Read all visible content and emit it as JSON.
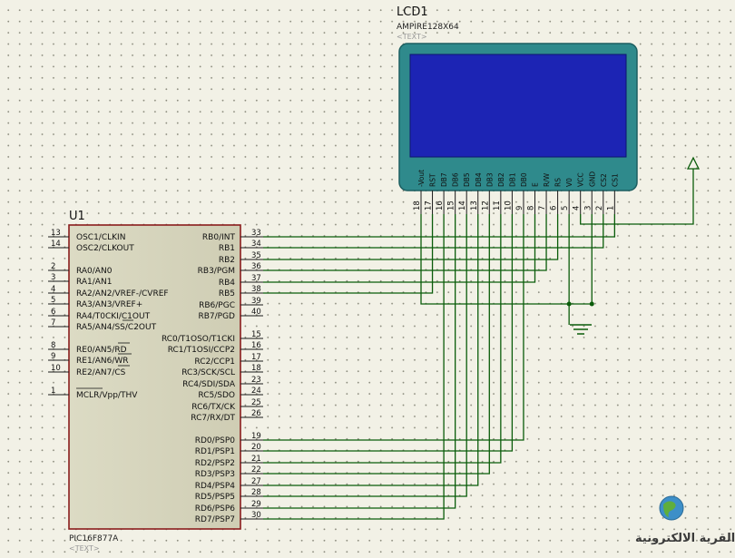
{
  "mcu": {
    "ref": "U1",
    "part": "PIC16F877A",
    "text_tag": "<TEXT>",
    "left_pins": [
      {
        "num": "13",
        "label": "OSC1/CLKIN"
      },
      {
        "num": "14",
        "label": "OSC2/CLKOUT"
      },
      {
        "num": "2",
        "label": "RA0/AN0"
      },
      {
        "num": "3",
        "label": "RA1/AN1"
      },
      {
        "num": "4",
        "label": "RA2/AN2/VREF-/CVREF"
      },
      {
        "num": "5",
        "label": "RA3/AN3/VREF+"
      },
      {
        "num": "6",
        "label": "RA4/T0CKI/C1OUT"
      },
      {
        "num": "7",
        "label": "RA5/AN4/SS/C2OUT"
      },
      {
        "num": "8",
        "label": "RE0/AN5/RD"
      },
      {
        "num": "9",
        "label": "RE1/AN6/WR"
      },
      {
        "num": "10",
        "label": "RE2/AN7/CS"
      },
      {
        "num": "1",
        "label": "MCLR/Vpp/THV"
      }
    ],
    "right_pins": [
      {
        "num": "33",
        "label": "RB0/INT"
      },
      {
        "num": "34",
        "label": "RB1"
      },
      {
        "num": "35",
        "label": "RB2"
      },
      {
        "num": "36",
        "label": "RB3/PGM"
      },
      {
        "num": "37",
        "label": "RB4"
      },
      {
        "num": "38",
        "label": "RB5"
      },
      {
        "num": "39",
        "label": "RB6/PGC"
      },
      {
        "num": "40",
        "label": "RB7/PGD"
      },
      {
        "num": "15",
        "label": "RC0/T1OSO/T1CKI"
      },
      {
        "num": "16",
        "label": "RC1/T1OSI/CCP2"
      },
      {
        "num": "17",
        "label": "RC2/CCP1"
      },
      {
        "num": "18",
        "label": "RC3/SCK/SCL"
      },
      {
        "num": "23",
        "label": "RC4/SDI/SDA"
      },
      {
        "num": "24",
        "label": "RC5/SDO"
      },
      {
        "num": "25",
        "label": "RC6/TX/CK"
      },
      {
        "num": "26",
        "label": "RC7/RX/DT"
      },
      {
        "num": "19",
        "label": "RD0/PSP0"
      },
      {
        "num": "20",
        "label": "RD1/PSP1"
      },
      {
        "num": "21",
        "label": "RD2/PSP2"
      },
      {
        "num": "22",
        "label": "RD3/PSP3"
      },
      {
        "num": "27",
        "label": "RD4/PSP4"
      },
      {
        "num": "28",
        "label": "RD5/PSP5"
      },
      {
        "num": "29",
        "label": "RD6/PSP6"
      },
      {
        "num": "30",
        "label": "RD7/PSP7"
      }
    ]
  },
  "lcd": {
    "ref": "LCD1",
    "part": "AMPIRE128X64",
    "text_tag": "<TEXT>",
    "pins": [
      {
        "num": "18",
        "label": "-Vout"
      },
      {
        "num": "17",
        "label": "RST"
      },
      {
        "num": "16",
        "label": "DB7"
      },
      {
        "num": "15",
        "label": "DB6"
      },
      {
        "num": "14",
        "label": "DB5"
      },
      {
        "num": "13",
        "label": "DB4"
      },
      {
        "num": "12",
        "label": "DB3"
      },
      {
        "num": "11",
        "label": "DB2"
      },
      {
        "num": "10",
        "label": "DB1"
      },
      {
        "num": "9",
        "label": "DB0"
      },
      {
        "num": "8",
        "label": "E"
      },
      {
        "num": "7",
        "label": "R/W"
      },
      {
        "num": "6",
        "label": "RS"
      },
      {
        "num": "5",
        "label": "V0"
      },
      {
        "num": "4",
        "label": "VCC"
      },
      {
        "num": "3",
        "label": "GND"
      },
      {
        "num": "2",
        "label": "CS2"
      },
      {
        "num": "1",
        "label": "CS1"
      }
    ]
  },
  "watermark": {
    "text": "القرية الالكترونية"
  },
  "colors": {
    "wire": "#0a5c0a",
    "lcd_frame": "#2f8a8c",
    "lcd_screen": "#1c24b4",
    "chip_body": "#d9d8c0",
    "chip_border": "#8a1c1c"
  }
}
